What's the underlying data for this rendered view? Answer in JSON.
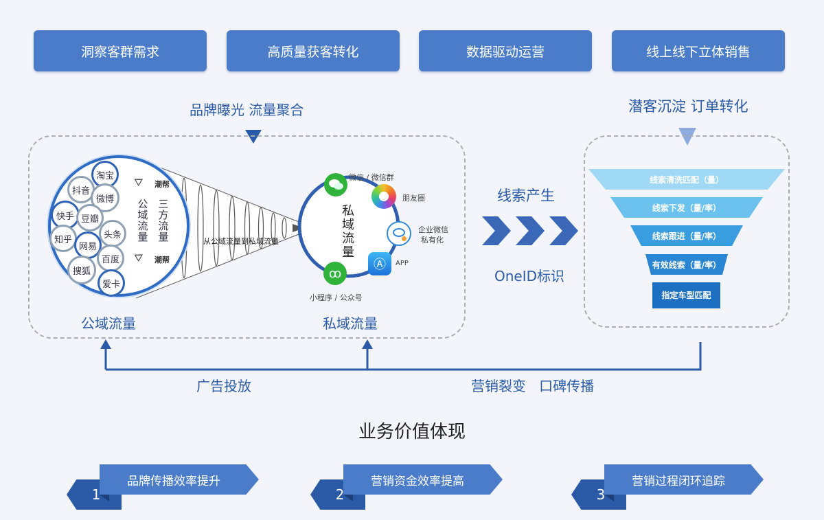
{
  "top_buttons": [
    "洞察客群需求",
    "高质量获客转化",
    "数据驱动运营",
    "线上线下立体销售"
  ],
  "left_section": {
    "heading": "品牌曝光 流量聚合",
    "public_label": "公域流量",
    "private_label": "私域流量",
    "funnel_caption": "从公域流量到私域流量",
    "public_brands": [
      "淘宝",
      "抖音",
      "微博",
      "快手",
      "豆瓣",
      "头条",
      "知乎",
      "网易",
      "百度",
      "搜狐",
      "爱卡"
    ],
    "public_vertical": [
      "公",
      "域",
      "流",
      "量"
    ],
    "third_party_vertical": [
      "三",
      "方",
      "流",
      "量"
    ],
    "logo_text": "潮帮",
    "private_center": [
      "私",
      "域",
      "流",
      "量"
    ],
    "private_channels": {
      "wechat": "微信 / 微信群",
      "moments": "朋友圈",
      "wecom": "企业微信",
      "wecom_sub": "私有化",
      "app": "APP",
      "miniprogram": "小程序 / 公众号"
    }
  },
  "middle": {
    "lead_gen": "线索产生",
    "oneid": "OneID标识"
  },
  "right_section": {
    "heading": "潜客沉淀 订单转化",
    "funnel_levels": [
      "线索清洗匹配（量）",
      "线索下发（量/率）",
      "线索跟进（量/率）",
      "有效线索（量/率）",
      "指定车型匹配"
    ],
    "funnel_colors": [
      "#9fd9f6",
      "#6cc2ee",
      "#3a9de0",
      "#2a86d2",
      "#1d6fc2"
    ]
  },
  "bottom_flow": {
    "ad": "广告投放",
    "marketing": "营销裂变   口碑传播"
  },
  "value_title": "业务价值体现",
  "values": [
    {
      "num": "1",
      "label": "品牌传播效率提升"
    },
    {
      "num": "2",
      "label": "营销资金效率提高"
    },
    {
      "num": "3",
      "label": "营销过程闭环追踪"
    }
  ]
}
